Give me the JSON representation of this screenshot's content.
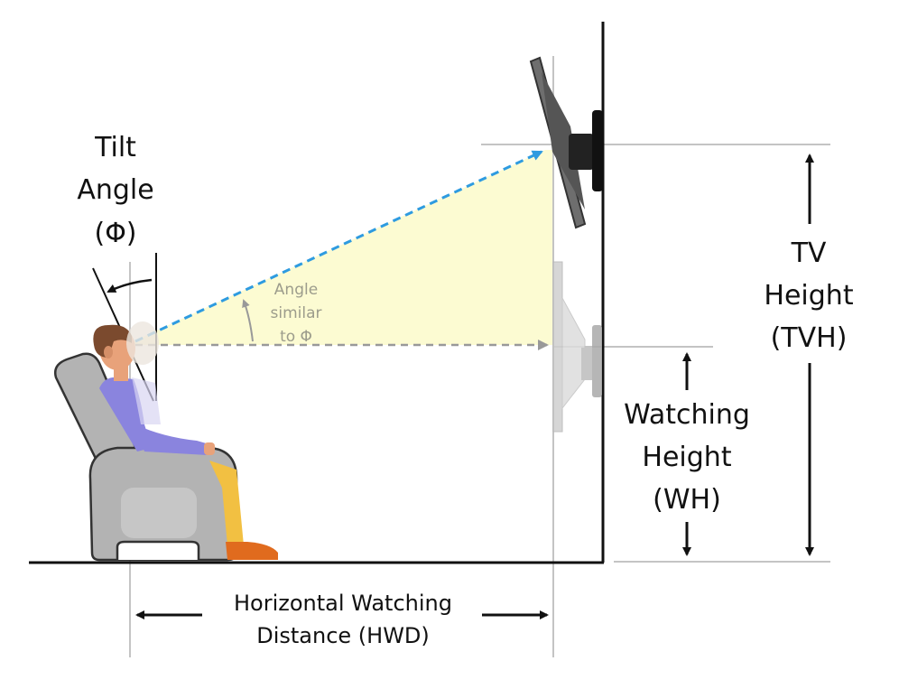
{
  "labels": {
    "tilt_line1": "Tilt",
    "tilt_line2": "Angle",
    "tilt_line3": "(Φ)",
    "angle_line1": "Angle",
    "angle_line2": "similar",
    "angle_line3": "to Φ",
    "tv_line1": "TV",
    "tv_line2": "Height",
    "tv_line3": "(TVH)",
    "wh_line1": "Watching",
    "wh_line2": "Height",
    "wh_line3": "(WH)",
    "hwd_line1": "Horizontal Watching",
    "hwd_line2": "Distance (HWD)"
  },
  "colors": {
    "sight_line": "#2e9be0",
    "viewing_area": "#fcfbd2",
    "guide_lines": "#c4c4c4",
    "wall_floor": "#111111",
    "chair": "#b3b3b3",
    "shirt": "#8a84de",
    "trousers": "#f2c042",
    "shoes": "#e06b1e",
    "hair": "#7b4a2e",
    "skin": "#e8a27a"
  },
  "icons": [
    "person-seated-icon",
    "armchair-icon",
    "tv-tilted-icon",
    "tv-mount-bracket-icon",
    "ghost-tv-icon"
  ]
}
